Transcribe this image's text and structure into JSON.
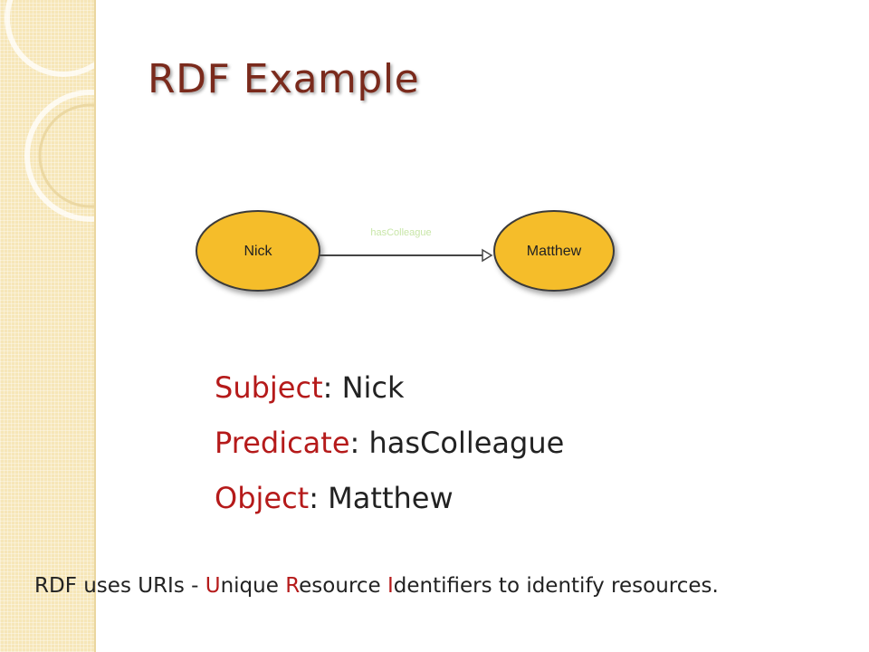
{
  "slide": {
    "title": "RDF Example"
  },
  "graph": {
    "subject_node": "Nick",
    "object_node": "Matthew",
    "edge_label": "hasColleague",
    "node_fill": "#f5bd2a",
    "node_stroke": "#3a3a3a"
  },
  "triple": [
    {
      "key": "Subject",
      "sep": ": ",
      "value": "Nick"
    },
    {
      "key": "Predicate",
      "sep": ": ",
      "value": "hasColleague"
    },
    {
      "key": "Object",
      "sep": ": ",
      "value": "Matthew"
    }
  ],
  "note": {
    "p1": "RDF uses URIs - ",
    "u": "U",
    "p2": "nique ",
    "r": "R",
    "p3": "esource ",
    "i": "I",
    "p4": "dentifiers to identify resources."
  },
  "colors": {
    "title": "#7a2a1c",
    "keyword": "#b51a1a",
    "text": "#222222",
    "side_strip": "#f6e6b8"
  }
}
